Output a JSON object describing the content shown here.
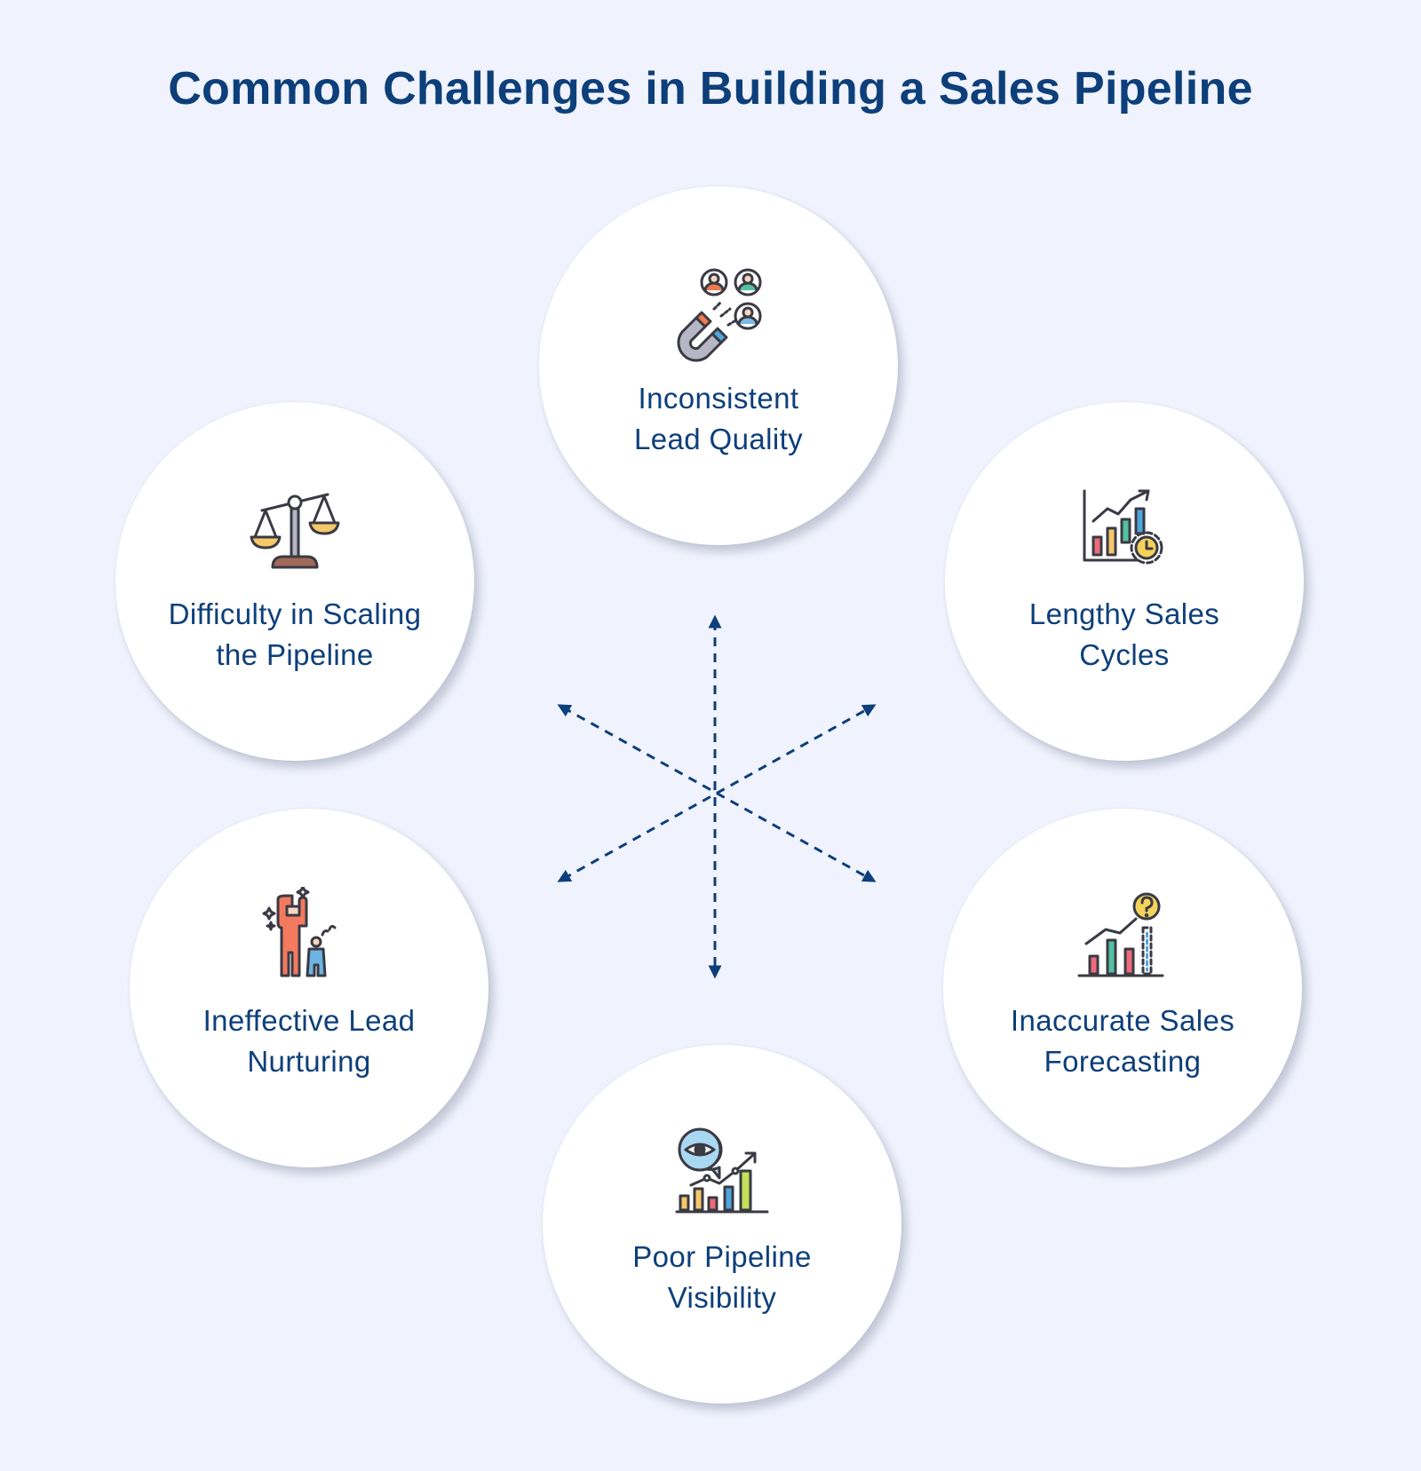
{
  "title": "Common Challenges in Building a Sales Pipeline",
  "colors": {
    "background": "#f0f3fd",
    "text": "#0d3f7a",
    "arrow": "#0d3f7a",
    "card": "#ffffff"
  },
  "challenges": [
    {
      "id": "lead-quality",
      "icon": "magnet-people-icon",
      "line1": "Inconsistent",
      "line2": "Lead Quality"
    },
    {
      "id": "scaling",
      "icon": "balance-scale-icon",
      "line1": "Difficulty in Scaling",
      "line2": "the Pipeline"
    },
    {
      "id": "sales-cycles",
      "icon": "chart-clock-icon",
      "line1": "Lengthy Sales",
      "line2": "Cycles"
    },
    {
      "id": "nurturing",
      "icon": "tall-and-small-person-icon",
      "line1": "Ineffective Lead",
      "line2": "Nurturing"
    },
    {
      "id": "forecasting",
      "icon": "chart-question-icon",
      "line1": "Inaccurate Sales",
      "line2": "Forecasting"
    },
    {
      "id": "visibility",
      "icon": "eye-chart-icon",
      "line1": "Poor Pipeline",
      "line2": "Visibility"
    }
  ]
}
